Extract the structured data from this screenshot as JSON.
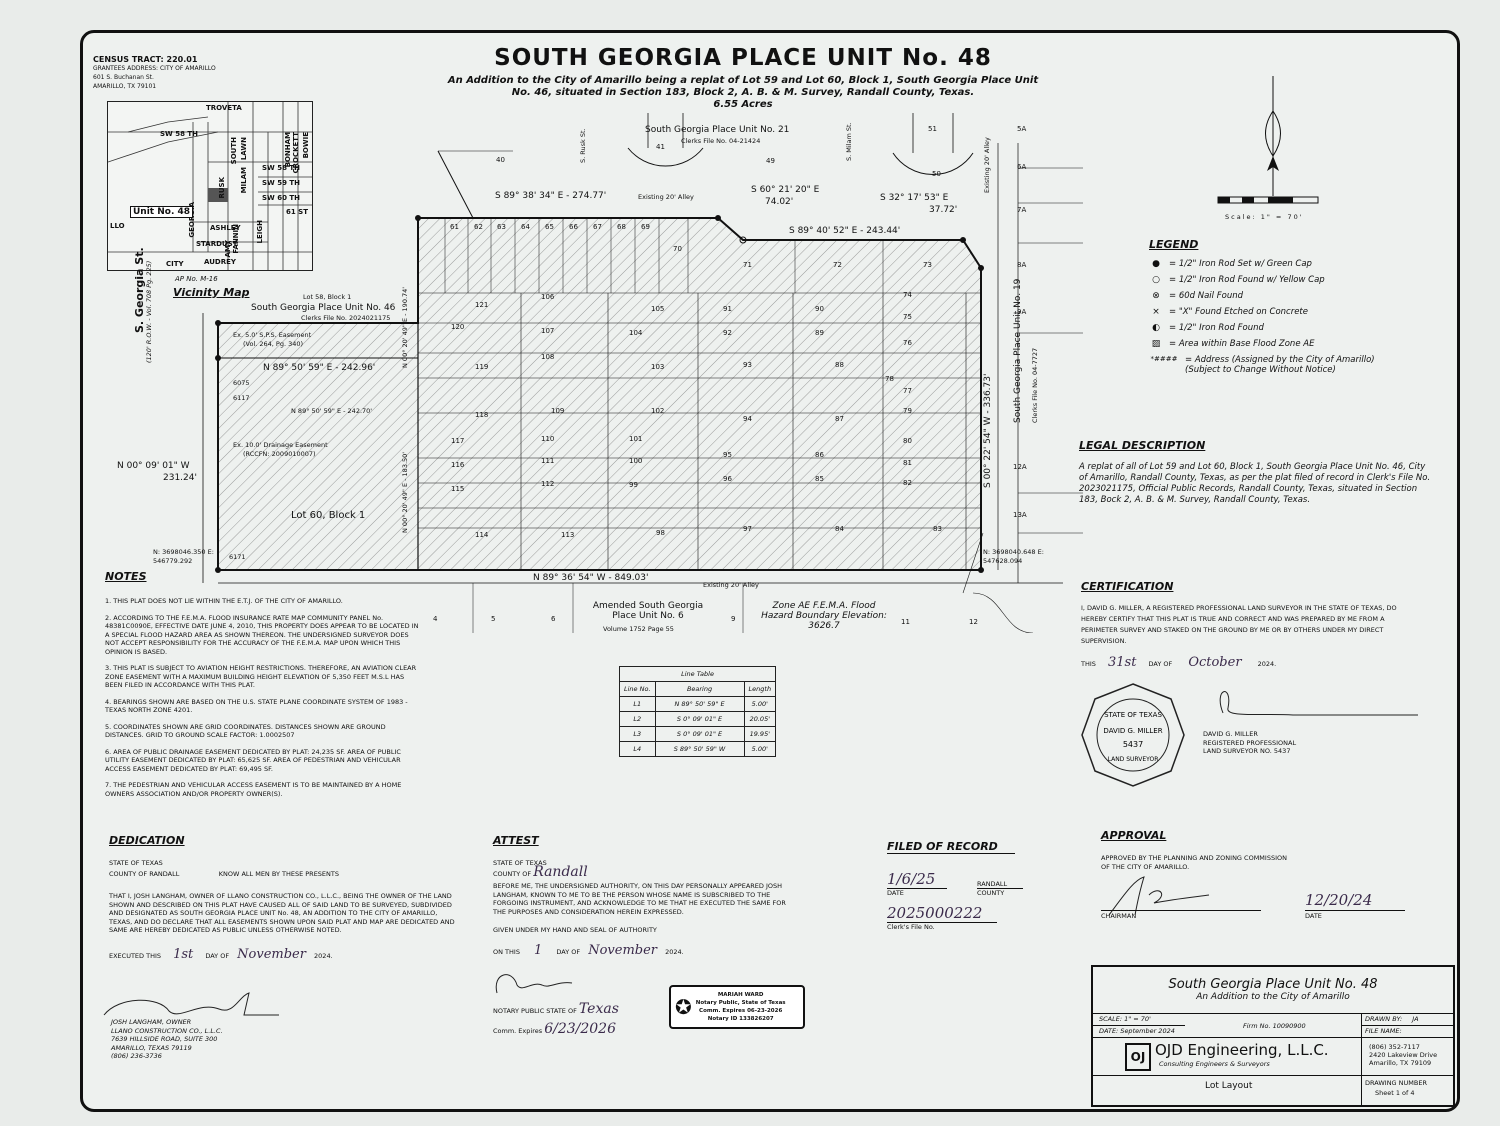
{
  "header": {
    "title": "SOUTH GEORGIA PLACE UNIT No. 48",
    "subtitle": "An Addition to the City of Amarillo being a replat of Lot 59 and Lot 60, Block 1, South Georgia Place Unit No. 46, situated in Section 183, Block 2, A. B. & M. Survey, Randall County, Texas.",
    "acres": "6.55 Acres"
  },
  "census": {
    "line1": "CENSUS TRACT: 220.01",
    "line2": "GRANTEES ADDRESS: CITY OF AMARILLO",
    "line3": "601 S. Buchanan St.",
    "line4": "AMARILLO, TX 79101"
  },
  "vicinity": {
    "title": "Vicinity Map",
    "ap_no": "AP No. M-16",
    "unit_label": "Unit No. 48",
    "streets": [
      "TROVETA",
      "SW 58 TH",
      "SW 58 TH",
      "SW 59 TH",
      "SW 60 TH",
      "61 ST",
      "ASHLEY",
      "STARDUST",
      "AUDREY",
      "GEORGIA",
      "RUSK",
      "SOUTH",
      "MILAM",
      "LAWN",
      "BONHAM",
      "CROCKETT",
      "BOWIE",
      "FANNIN",
      "LEIGH",
      "AMY",
      "CITY",
      "LLO"
    ]
  },
  "plat": {
    "georgia_st": "S. Georgia St.",
    "georgia_row": "(120' R.O.W. - Vol. 708 Pg. 225)",
    "lot58": "Lot 58, Block 1",
    "sgp46": "South Georgia Place Unit No. 46",
    "sgp46_file": "Clerks File No. 2024021175",
    "sgp21": "South Georgia Place Unit No. 21",
    "sgp21_file": "Clerks File No. 04-21424",
    "sgp19": "South Georgia Place Unit No. 19",
    "sgp19_file": "Clerks File No. 04-7727",
    "lot60": "Lot 60, Block 1",
    "amended": "Amended South Georgia Place Unit No. 6",
    "amended_vol": "Volume 1752  Page 55",
    "zone": "Zone AE F.E.M.A. Flood Hazard Boundary Elevation: 3626.7",
    "alley_top": "Existing 20' Alley",
    "alley_bottom": "Existing 20' Alley",
    "alley_right": "Existing 20' Alley",
    "rusk": "S. Rusk St.",
    "milam": "S. Milam St.",
    "brg_top": "S 89° 38' 34\" E - 274.77'",
    "brg_diag": "S 60° 21' 20\" E",
    "brg_diag_len": "74.02'",
    "brg_r1": "S 32° 17' 53\" E",
    "brg_r1_len": "37.72'",
    "brg_r2": "S 89° 40' 52\" E - 243.44'",
    "brg_n1": "N 89° 50' 59\" E - 242.96'",
    "brg_n2": "N 89° 50' 59\" E - 242.70'",
    "brg_w1": "N 00° 09' 01\" W",
    "brg_w1_len": "231.24'",
    "brg_left": "N 00° 20' 49\" E - 190.74'",
    "brg_left2": "N 00° 20' 49\" E - 183.50'",
    "brg_bottom": "N 89° 36' 54\" W - 849.03'",
    "brg_right": "S 00° 22' 54\" W - 336.73'",
    "ease1": "Ex. 5.0' S.P.S. Easement",
    "ease1_vol": "(Vol. 264, Pg. 340)",
    "ease2": "Ex. 10.0' Drainage Easement",
    "ease2_rc": "(RCCFN: 2009010007)",
    "coord_left": "N: 3698046.350  E: 546779.292",
    "coord_right": "N: 3698040.648  E: 547628.094",
    "lots_top": [
      "61",
      "62",
      "63",
      "64",
      "65",
      "66",
      "67",
      "68",
      "69",
      "70",
      "71",
      "72",
      "73"
    ],
    "lots_a": [
      "121",
      "120",
      "119",
      "118",
      "117",
      "116",
      "115",
      "114"
    ],
    "lots_b": [
      "106",
      "107",
      "108",
      "109",
      "110",
      "111",
      "112",
      "113"
    ],
    "lots_c": [
      "105",
      "104",
      "103",
      "102",
      "101",
      "100",
      "99",
      "98"
    ],
    "lots_d": [
      "91",
      "92",
      "93",
      "94",
      "95",
      "96",
      "97"
    ],
    "lots_e": [
      "90",
      "89",
      "88",
      "87",
      "86",
      "85",
      "84"
    ],
    "lots_f": [
      "74",
      "75",
      "76",
      "77",
      "78",
      "79",
      "80",
      "81",
      "82",
      "83"
    ],
    "adj_top": [
      "40",
      "41",
      "49",
      "50",
      "51"
    ],
    "adj_right": [
      "5A",
      "6A",
      "7A",
      "8A",
      "9A",
      "12A",
      "13A"
    ],
    "adj_bottom": [
      "4",
      "5",
      "6",
      "9",
      "11",
      "12"
    ],
    "addr": [
      "6075",
      "6117",
      "6171"
    ]
  },
  "legend": {
    "title": "LEGEND",
    "items": [
      {
        "sym": "●",
        "text": "= 1/2\" Iron Rod Set w/ Green Cap"
      },
      {
        "sym": "○",
        "text": "= 1/2\" Iron Rod Found w/ Yellow Cap"
      },
      {
        "sym": "⊗",
        "text": "= 60d Nail Found"
      },
      {
        "sym": "×",
        "text": "= \"X\" Found Etched on Concrete"
      },
      {
        "sym": "◐",
        "text": "= 1/2\" Iron Rod Found"
      },
      {
        "sym": "▨",
        "text": "= Area within Base Flood Zone AE"
      },
      {
        "sym": "*####",
        "text": "= Address (Assigned by the City of Amarillo) (Subject to Change Without Notice)"
      }
    ],
    "scale": "Scale: 1\" = 70'"
  },
  "legal": {
    "title": "LEGAL DESCRIPTION",
    "text": "A replat of all of Lot 59 and Lot 60, Block 1, South Georgia Place Unit No. 46, City of Amarillo, Randall County, Texas, as per the plat filed of record in Clerk's File No. 2023021175, Official Public Records, Randall County, Texas, situated in Section 183, Bock 2, A. B. & M. Survey, Randall County, Texas."
  },
  "certification": {
    "title": "CERTIFICATION",
    "text": "I, DAVID G. MILLER, A REGISTERED PROFESSIONAL LAND SURVEYOR IN THE STATE OF TEXAS, DO HEREBY CERTIFY THAT THIS PLAT IS TRUE AND CORRECT AND WAS PREPARED BY ME FROM A PERIMETER SURVEY AND STAKED ON THE GROUND BY ME OR BY OTHERS UNDER MY DIRECT SUPERVISION.",
    "this": "THIS",
    "day_val": "31st",
    "day_of": "DAY OF",
    "month_val": "October",
    "year": "2024.",
    "name": "DAVID G. MILLER",
    "role": "REGISTERED PROFESSIONAL",
    "lsno": "LAND SURVEYOR NO. 5437",
    "seal_state": "STATE OF TEXAS",
    "seal_name": "DAVID G. MILLER",
    "seal_no": "5437",
    "seal_rps": "LAND SURVEYOR"
  },
  "notes": {
    "title": "NOTES",
    "items": [
      "1. THIS PLAT DOES NOT LIE WITHIN THE E.T.J. OF THE CITY OF AMARILLO.",
      "2. ACCORDING TO THE F.E.M.A. FLOOD INSURANCE RATE MAP COMMUNITY PANEL No. 48381C0090E, EFFECTIVE DATE JUNE 4, 2010, THIS PROPERTY DOES APPEAR TO BE LOCATED IN A SPECIAL FLOOD HAZARD AREA AS SHOWN THEREON. THE UNDERSIGNED SURVEYOR DOES NOT ACCEPT RESPONSIBILITY FOR THE ACCURACY OF THE F.E.M.A. MAP UPON WHICH THIS OPINION IS BASED.",
      "3. THIS PLAT IS SUBJECT TO AVIATION HEIGHT RESTRICTIONS. THEREFORE, AN AVIATION CLEAR ZONE EASEMENT WITH A MAXIMUM BUILDING HEIGHT ELEVATION OF 5,350 FEET M.S.L HAS BEEN FILED IN ACCORDANCE WITH THIS PLAT.",
      "4. BEARINGS SHOWN ARE BASED ON THE U.S. STATE PLANE COORDINATE SYSTEM OF 1983 - TEXAS NORTH ZONE 4201.",
      "5. COORDINATES SHOWN ARE GRID COORDINATES. DISTANCES SHOWN ARE GROUND DISTANCES. GRID TO GROUND SCALE FACTOR: 1.0002507",
      "6. AREA OF PUBLIC DRAINAGE EASEMENT DEDICATED BY PLAT: 24,235 SF. AREA OF PUBLIC UTILITY EASEMENT DEDICATED BY PLAT: 65,625 SF. AREA OF PEDESTRIAN AND VEHICULAR ACCESS EASEMENT DEDICATED BY PLAT: 69,495 SF.",
      "7. THE PEDESTRIAN AND VEHICULAR ACCESS EASEMENT IS TO BE MAINTAINED BY A HOME OWNERS ASSOCIATION AND/OR PROPERTY OWNER(S)."
    ]
  },
  "line_table": {
    "title": "Line Table",
    "headers": [
      "Line No.",
      "Bearing",
      "Length"
    ],
    "rows": [
      [
        "L1",
        "N 89° 50' 59\" E",
        "5.00'"
      ],
      [
        "L2",
        "S 0° 09' 01\" E",
        "20.05'"
      ],
      [
        "L3",
        "S 0° 09' 01\" E",
        "19.95'"
      ],
      [
        "L4",
        "S 89° 50' 59\" W",
        "5.00'"
      ]
    ]
  },
  "dedication": {
    "title": "DEDICATION",
    "state": "STATE OF TEXAS",
    "county": "COUNTY OF RANDALL",
    "know": "KNOW ALL MEN BY THESE PRESENTS",
    "text": "THAT I, JOSH LANGHAM, OWNER OF LLANO CONSTRUCTION CO., L.L.C., BEING THE OWNER OF THE LAND SHOWN AND DESCRIBED ON THIS PLAT HAVE CAUSED ALL OF SAID LAND TO BE SURVEYED, SUBDIVIDED AND DESIGNATED AS SOUTH GEORGIA PLACE UNIT No. 48, AN ADDITION TO THE CITY OF AMARILLO, TEXAS, AND DO DECLARE THAT ALL EASEMENTS SHOWN UPON SAID PLAT AND MAP ARE DEDICATED AND SAME ARE HEREBY DEDICATED AS PUBLIC UNLESS OTHERWISE NOTED.",
    "executed": "EXECUTED THIS",
    "day_val": "1st",
    "day_of": "DAY OF",
    "month_val": "November",
    "year": "2024.",
    "owner1": "JOSH LANGHAM, OWNER",
    "owner2": "LLANO CONSTRUCTION CO., L.L.C.",
    "owner3": "7639 HILLSIDE ROAD, SUITE 300",
    "owner4": "AMARILLO, TEXAS 79119",
    "owner5": "(806) 236-3736"
  },
  "attest": {
    "title": "ATTEST",
    "state": "STATE OF TEXAS",
    "county_of": "COUNTY OF",
    "county_val": "Randall",
    "text": "BEFORE ME, THE UNDERSIGNED AUTHORITY, ON THIS DAY PERSONALLY APPEARED JOSH LANGHAM, KNOWN TO ME TO BE THE PERSON WHOSE NAME IS SUBSCRIBED TO THE FORGOING INSTRUMENT, AND ACKNOWLEDGE TO ME THAT HE EXECUTED THE SAME FOR THE PURPOSES AND CONSIDERATION HEREIN EXPRESSED.",
    "given": "GIVEN UNDER MY HAND AND SEAL OF AUTHORITY",
    "on_this": "ON THIS",
    "day_val": "1",
    "day_of": "DAY OF",
    "month_val": "November",
    "year": "2024.",
    "notary": "NOTARY PUBLIC  STATE OF",
    "notary_state": "Texas",
    "expires": "Comm. Expires",
    "expires_val": "6/23/2026",
    "stamp_name": "MARIAH WARD",
    "stamp_line2": "Notary Public, State of Texas",
    "stamp_line3": "Comm. Expires 06-23-2026",
    "stamp_line4": "Notary ID 133826207"
  },
  "filed": {
    "title": "FILED OF RECORD",
    "date_val": "1/6/25",
    "date_label": "DATE",
    "county_val": "RANDALL",
    "county_label": "COUNTY",
    "clerk_val": "2025000222",
    "clerk_label": "Clerk's File No."
  },
  "approval": {
    "title": "APPROVAL",
    "text": "APPROVED BY THE PLANNING AND ZONING COMMISSION OF THE CITY OF AMARILLO.",
    "chairman": "CHAIRMAN",
    "date_label": "DATE",
    "date_val": "12/20/24"
  },
  "titleblock": {
    "name": "South Georgia Place Unit No. 48",
    "sub": "An Addition to the City of Amarillo",
    "scale": "SCALE: 1\" = 70'",
    "date": "DATE: September 2024",
    "firm": "Firm No. 10090900",
    "drawn": "DRAWN BY:",
    "drawn_val": "JA",
    "file": "FILE NAME:",
    "company": "OJD Engineering, L.L.C.",
    "company_sub": "Consulting Engineers & Surveyors",
    "phone": "(806) 352-7117",
    "addr1": "2420 Lakeview Drive",
    "addr2": "Amarillo, TX 79109",
    "layout": "Lot Layout",
    "drawing_no": "DRAWING NUMBER",
    "sheet": "Sheet 1 of 4"
  }
}
